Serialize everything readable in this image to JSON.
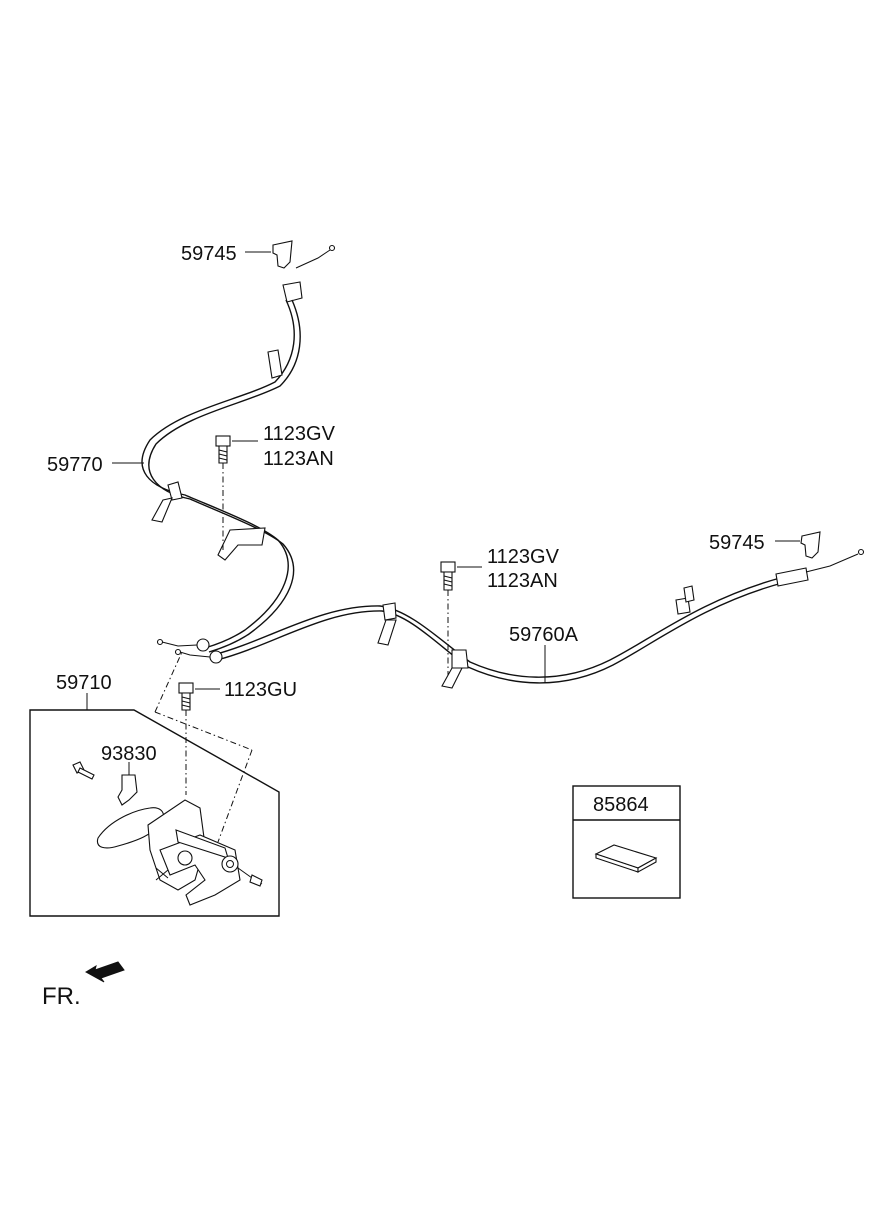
{
  "labels": {
    "clip_top": "59745",
    "bolt_left_a": "1123GV",
    "bolt_left_b": "1123AN",
    "cable_left": "59770",
    "bolt_mid_a": "1123GV",
    "bolt_mid_b": "1123AN",
    "clip_right": "59745",
    "cable_right": "59760A",
    "lever_assembly": "59710",
    "bolt_lever": "1123GU",
    "bolt_small": "93830",
    "label_box": "85864",
    "front_marker": "FR."
  },
  "colors": {
    "line": "#111111",
    "background": "#ffffff"
  },
  "icons": {
    "front_direction": "arrow-front-icon"
  }
}
